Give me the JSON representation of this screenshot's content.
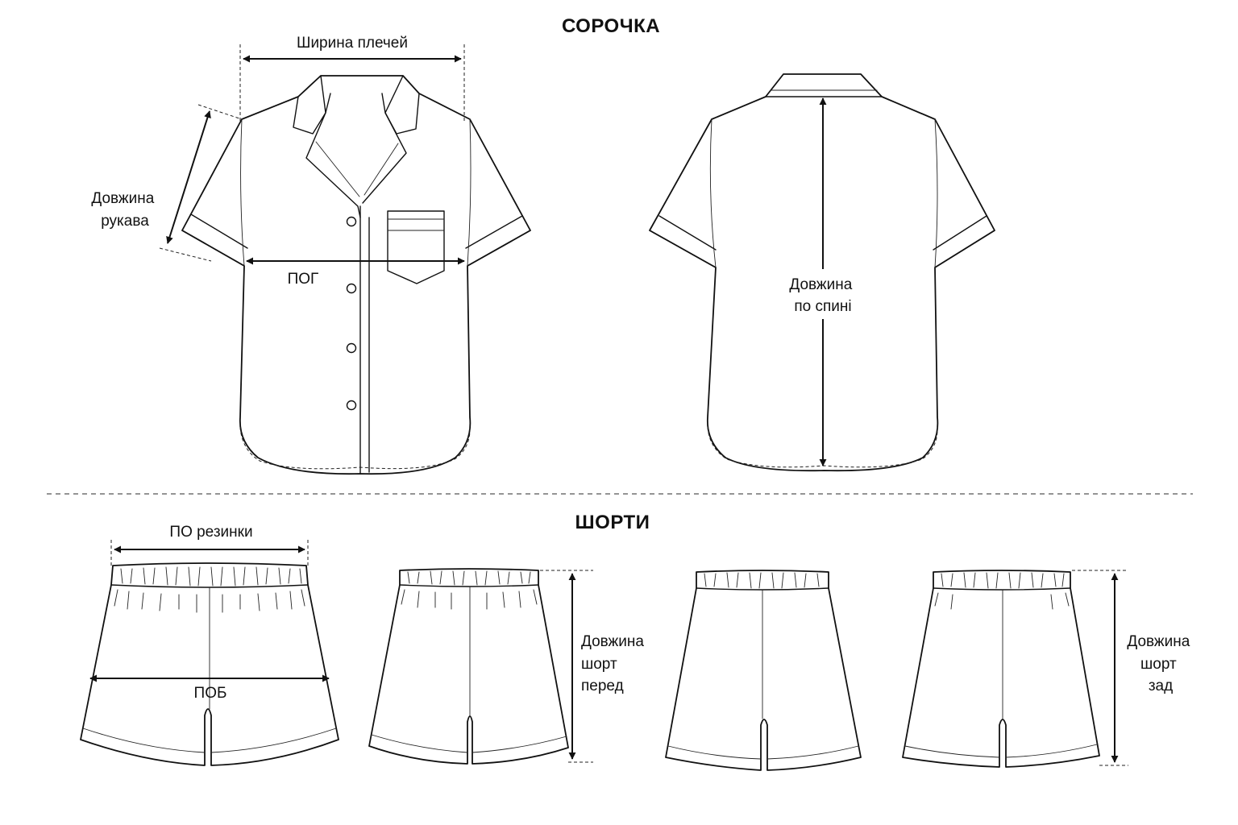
{
  "sections": {
    "shirt_title": "СОРОЧКА",
    "shorts_title": "ШОРТИ"
  },
  "labels": {
    "shoulder_width": "Ширина плечей",
    "sleeve_length": [
      "Довжина",
      "рукава"
    ],
    "chest_girth": "ПОГ",
    "back_length": [
      "Довжина",
      "по спині"
    ],
    "waistband": "ПО резинки",
    "hip_girth": "ПОБ",
    "shorts_length_front": [
      "Довжина",
      "шорт",
      "перед"
    ],
    "shorts_length_back": [
      "Довжина",
      "шорт",
      "зад"
    ]
  }
}
